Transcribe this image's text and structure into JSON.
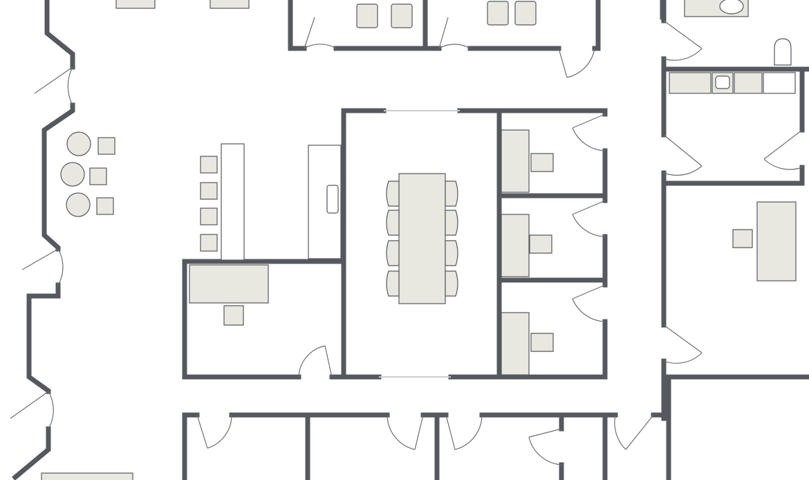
{
  "plan": {
    "wall_color": "#55585e",
    "furniture_color": "#e8e8e0",
    "background_color": "#ffffff",
    "rooms": [
      "open-office",
      "conference-room",
      "private-office",
      "restroom",
      "kitchenette"
    ]
  }
}
